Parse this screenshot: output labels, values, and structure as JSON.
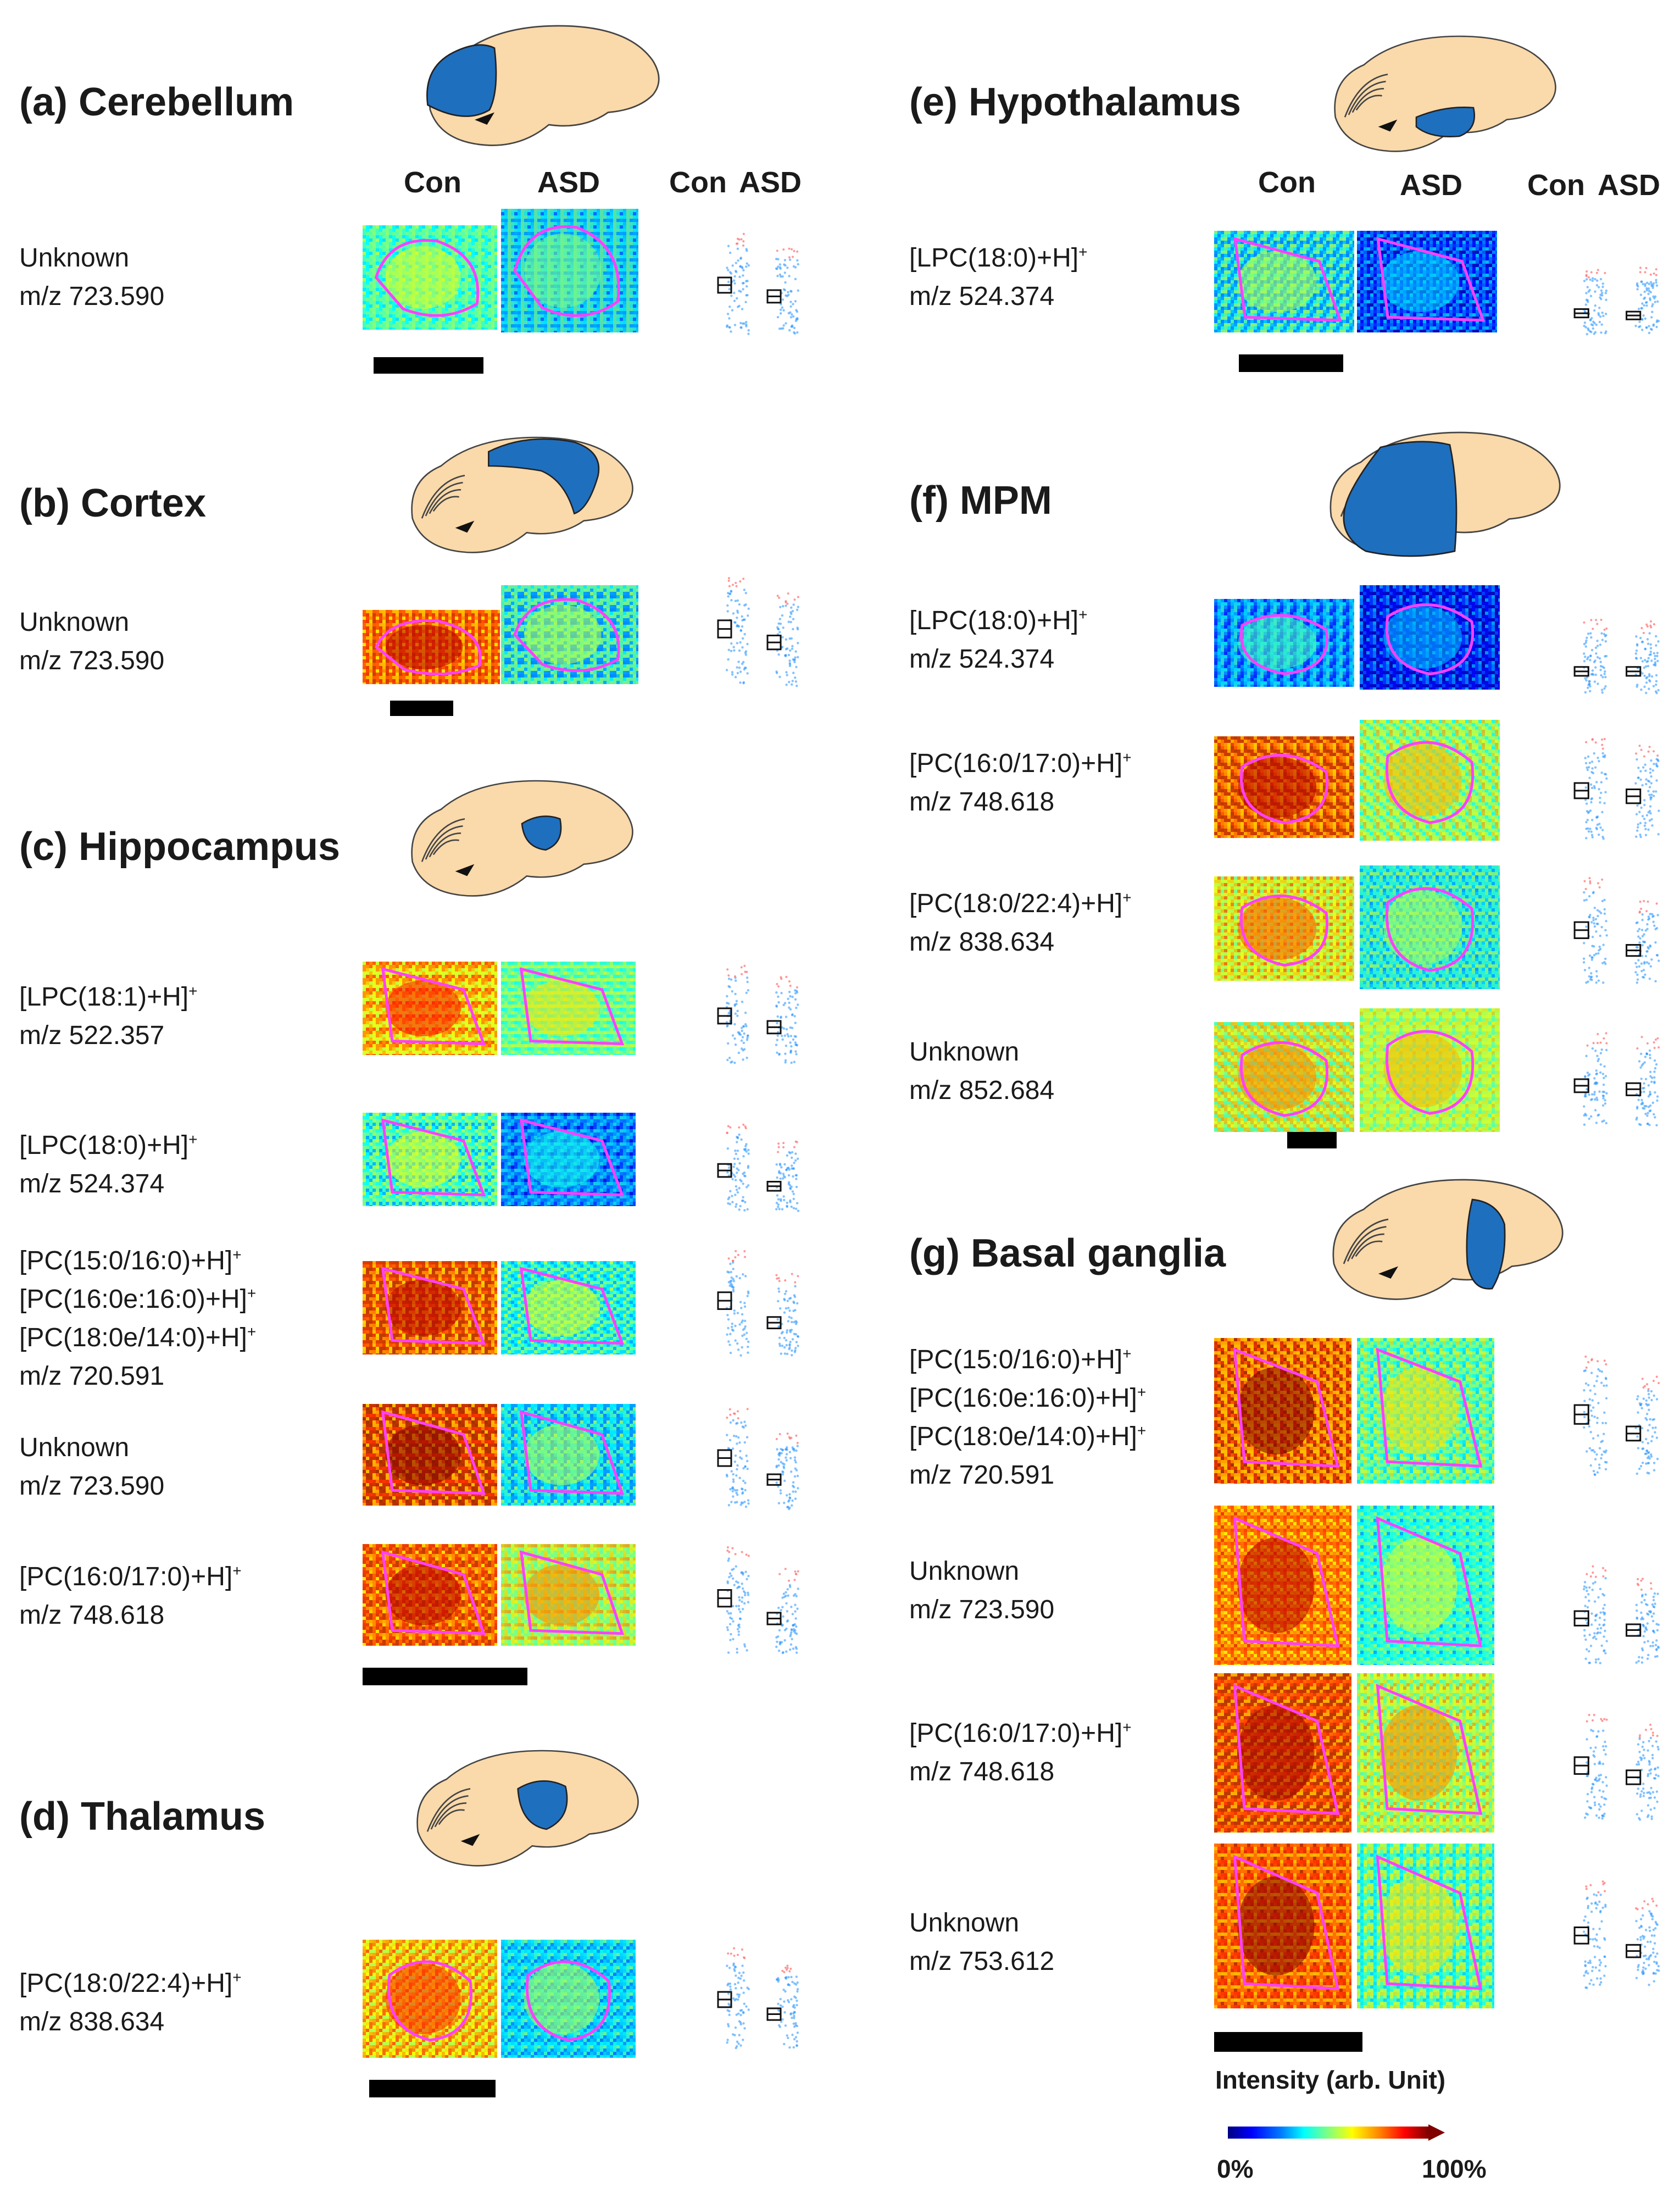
{
  "sections": [
    {
      "id": "a",
      "title": "(a) Cerebellum",
      "headers": {
        "con": "Con",
        "asd": "ASD",
        "plot_con": "Con",
        "plot_asd": "ASD"
      },
      "region": "cerebellum",
      "rows": [
        {
          "line1": "Unknown",
          "line2": "m/z 723.590",
          "con_level": 0.45,
          "asd_level": 0.35,
          "con_box": 0.55,
          "asd_box": 0.45
        }
      ]
    },
    {
      "id": "b",
      "title": "(b) Cortex",
      "region": "cortex",
      "rows": [
        {
          "line1": "Unknown",
          "line2": "m/z 723.590",
          "con_level": 0.8,
          "asd_level": 0.4,
          "con_box": 0.62,
          "asd_box": 0.5
        }
      ]
    },
    {
      "id": "c",
      "title": "(c) Hippocampus",
      "region": "hippocampus",
      "rows": [
        {
          "line1": "[LPC(18:1)+H]",
          "sup1": "+",
          "line2": "m/z 522.357",
          "con_level": 0.72,
          "asd_level": 0.5,
          "con_box": 0.55,
          "asd_box": 0.45
        },
        {
          "line1": "[LPC(18:0)+H]",
          "sup1": "+",
          "line2": "m/z 524.374",
          "con_level": 0.45,
          "asd_level": 0.25,
          "con_box": 0.5,
          "asd_box": 0.35
        },
        {
          "line1": "[PC(15:0/16:0)+H]",
          "sup1": "+",
          "line1b": "[PC(16:0e:16:0)+H]",
          "sup1b": "+",
          "line1c": "[PC(18:0e/14:0)+H]",
          "sup1c": "+",
          "line2": "m/z 720.591",
          "con_level": 0.8,
          "asd_level": 0.45,
          "con_box": 0.62,
          "asd_box": 0.42
        },
        {
          "line1": "Unknown",
          "line2": "m/z 723.590",
          "con_level": 0.85,
          "asd_level": 0.4,
          "con_box": 0.6,
          "asd_box": 0.4
        },
        {
          "line1": "[PC(16:0/17:0)+H]",
          "sup1": "+",
          "line2": "m/z 748.618",
          "con_level": 0.8,
          "asd_level": 0.6,
          "con_box": 0.6,
          "asd_box": 0.42
        }
      ]
    },
    {
      "id": "d",
      "title": "(d) Thalamus",
      "region": "thalamus",
      "rows": [
        {
          "line1": "[PC(18:0/22:4)+H]",
          "sup1": "+",
          "line2": "m/z 838.634",
          "con_level": 0.7,
          "asd_level": 0.4,
          "con_box": 0.55,
          "asd_box": 0.42
        }
      ]
    },
    {
      "id": "e",
      "title": "(e) Hypothalamus",
      "headers": {
        "con": "Con",
        "asd": "ASD",
        "plot_con": "Con",
        "plot_asd": "ASD"
      },
      "region": "hypothalamus",
      "rows": [
        {
          "line1": "[LPC(18:0)+H]",
          "sup1": "+",
          "line2": "m/z 524.374",
          "con_level": 0.4,
          "asd_level": 0.2,
          "con_box": 0.3,
          "asd_box": 0.28
        }
      ]
    },
    {
      "id": "f",
      "title": "(f) MPM",
      "region": "mpm",
      "rows": [
        {
          "line1": "[LPC(18:0)+H]",
          "sup1": "+",
          "line2": "m/z 524.374",
          "con_level": 0.3,
          "asd_level": 0.18,
          "con_box": 0.3,
          "asd_box": 0.3
        },
        {
          "line1": "[PC(16:0/17:0)+H]",
          "sup1": "+",
          "line2": "m/z 748.618",
          "con_level": 0.8,
          "asd_level": 0.55,
          "con_box": 0.55,
          "asd_box": 0.5
        },
        {
          "line1": "[PC(18:0/22:4)+H]",
          "sup1": "+",
          "line2": "m/z 838.634",
          "con_level": 0.65,
          "asd_level": 0.4,
          "con_box": 0.58,
          "asd_box": 0.4
        },
        {
          "line1": "Unknown",
          "line2": "m/z 852.684",
          "con_level": 0.6,
          "asd_level": 0.55,
          "con_box": 0.45,
          "asd_box": 0.42
        }
      ]
    },
    {
      "id": "g",
      "title": "(g) Basal ganglia",
      "region": "basal-ganglia",
      "rows": [
        {
          "line1": "[PC(15:0/16:0)+H]",
          "sup1": "+",
          "line1b": "[PC(16:0e:16:0)+H]",
          "sup1b": "+",
          "line1c": "[PC(18:0e/14:0)+H]",
          "sup1c": "+",
          "line2": "m/z 720.591",
          "con_level": 0.85,
          "asd_level": 0.5,
          "con_box": 0.6,
          "asd_box": 0.45
        },
        {
          "line1": "Unknown",
          "line2": "m/z 723.590",
          "con_level": 0.8,
          "asd_level": 0.45,
          "con_box": 0.5,
          "asd_box": 0.4
        },
        {
          "line1": "[PC(16:0/17:0)+H]",
          "sup1": "+",
          "line2": "m/z 748.618",
          "con_level": 0.82,
          "asd_level": 0.6,
          "con_box": 0.58,
          "asd_box": 0.48
        },
        {
          "line1": "Unknown",
          "line2": "m/z 753.612",
          "con_level": 0.85,
          "asd_level": 0.5,
          "con_box": 0.55,
          "asd_box": 0.42
        }
      ]
    }
  ],
  "legend": {
    "title": "Intensity (arb. Unit)",
    "min": "0%",
    "max": "100%"
  },
  "colors": {
    "region": "#1f6fbf",
    "brain": "#fad9aa",
    "outline": "#ff40ff",
    "box": "#111111",
    "dots": "#1e90ff",
    "outliers": "#ff6b6b"
  }
}
